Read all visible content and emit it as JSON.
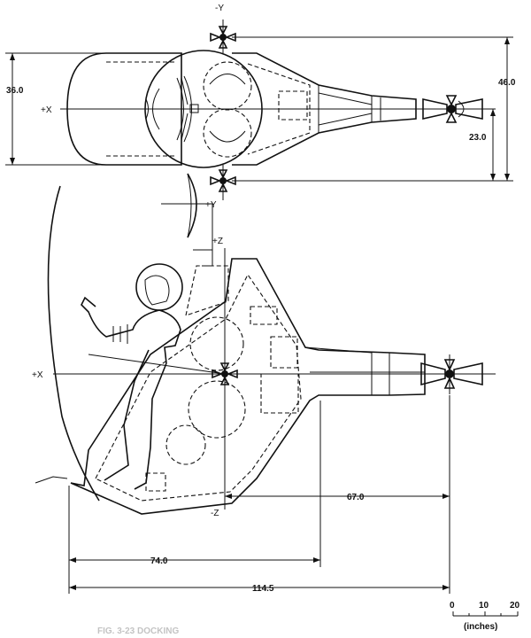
{
  "axes": {
    "neg_y": "-Y",
    "pos_y": "+Y",
    "pos_x_top": "+X",
    "pos_x_side": "+X",
    "pos_z": "+Z",
    "neg_z": "-Z"
  },
  "dimensions": {
    "top_width": "36.0",
    "overall_width": "46.0",
    "half_width": "23.0",
    "thruster_offset": "67.0",
    "unit_length": "74.0",
    "overall_length": "114.5"
  },
  "scale": {
    "ticks": [
      "0",
      "10",
      "20"
    ],
    "unit": "(inches)"
  },
  "caption": "FIG. 3-23 DOCKING"
}
